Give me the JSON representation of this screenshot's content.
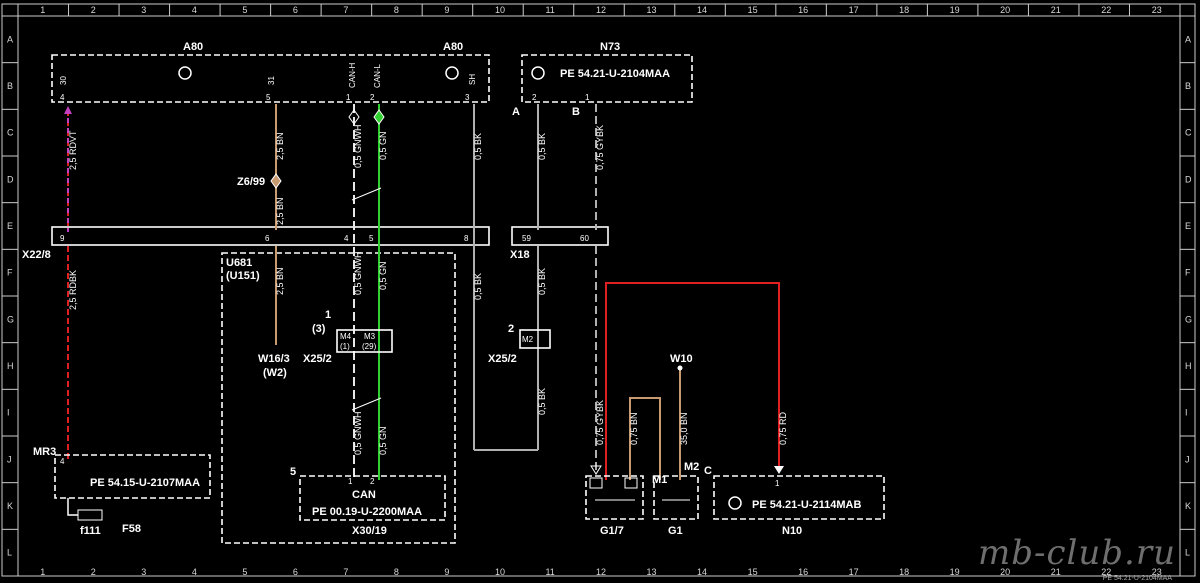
{
  "grid": {
    "columns": [
      "1",
      "2",
      "3",
      "4",
      "5",
      "6",
      "7",
      "8",
      "9",
      "10",
      "11",
      "12",
      "13",
      "14",
      "15",
      "16",
      "17",
      "18",
      "19",
      "20",
      "21",
      "22",
      "23"
    ],
    "rows": [
      "A",
      "B",
      "C",
      "D",
      "E",
      "F",
      "G",
      "H",
      "I",
      "J",
      "K",
      "L"
    ]
  },
  "components": {
    "a80_left": "A80",
    "a80_right": "A80",
    "n73": "N73",
    "n73_ref": "PE 54.21-U-2104MAA",
    "x22": "X22/8",
    "x18": "X18",
    "u681": "U681",
    "u151": "(U151)",
    "z6": "Z6/99",
    "w16": "W16/3",
    "w2": "(W2)",
    "x25_left": "X25/2",
    "x25_right": "X25/2",
    "mr3": "MR3",
    "mr3_ref": "PE 54.15-U-2107MAA",
    "f111": "f111",
    "f58": "F58",
    "x30": "X30/19",
    "x30_can": "CAN",
    "x30_ref": "PE 00.19-U-2200MAA",
    "g17": "G1/7",
    "g1": "G1",
    "w10": "W10",
    "n10": "N10",
    "n10_ref": "PE 54.21-U-2114MAB",
    "m1": "M1",
    "m2": "M2",
    "c_label": "C",
    "a_label": "A",
    "b_label": "B",
    "three": "(3)",
    "one": "1",
    "two": "2",
    "five": "5",
    "m4": "M4",
    "m3": "M3",
    "p1": "(1)",
    "p29": "(29)",
    "m2pin": "M2"
  },
  "pins": {
    "a80_30": "30",
    "a80_31": "31",
    "a80_canh": "CAN-H",
    "a80_canl": "CAN-L",
    "a80_sh": "SH",
    "a80_4": "4",
    "a80_5": "5",
    "a80_1": "1",
    "a80_2": "2",
    "a80_3": "3",
    "x22_9": "9",
    "x22_6": "6",
    "x22_4": "4",
    "x22_5": "5",
    "x22_8": "8",
    "x18_59": "59",
    "x18_60": "60",
    "n73_2": "2",
    "n73_1": "1",
    "mr3_4": "4",
    "x30_1": "1",
    "x30_2": "2",
    "g1_1": "1"
  },
  "wires": {
    "rdvt": "2,5 RDVT",
    "rdbk": "2,5 RDBK",
    "bn_top": "2,5 BN",
    "bn_mid": "2,5 BN",
    "bn_low": "2,5 BN",
    "gnwh_top": "0,5 GNWH",
    "gnwh_mid": "0,5 GNWH",
    "gnwh_low": "0,5 GNWH",
    "gn_top": "0,5 GN",
    "gn_mid": "0,5 GN",
    "gn_low": "0,5 GN",
    "bk_top": "0,5 BK",
    "bk_mid": "0,5 BK",
    "n73_bk": "0,5 BK",
    "n73_bk2": "0,5 BK",
    "n73_bk3": "0,5 BK",
    "gybk_top": "0,75 GYBK",
    "gybk_low": "0,75 GYBK",
    "bn_g17": "0,75 BN",
    "bn_w10": "35,0 BN",
    "rd_n10": "0,75 RD"
  },
  "colors": {
    "red": "#e02020",
    "magenta": "#c040c0",
    "tan": "#c89a70",
    "green": "#30d030",
    "white": "#e8e8e8",
    "gray": "#b0b0b0"
  },
  "footer": "PE 54.21-U-2104MAA",
  "watermark": "mb-club.ru"
}
